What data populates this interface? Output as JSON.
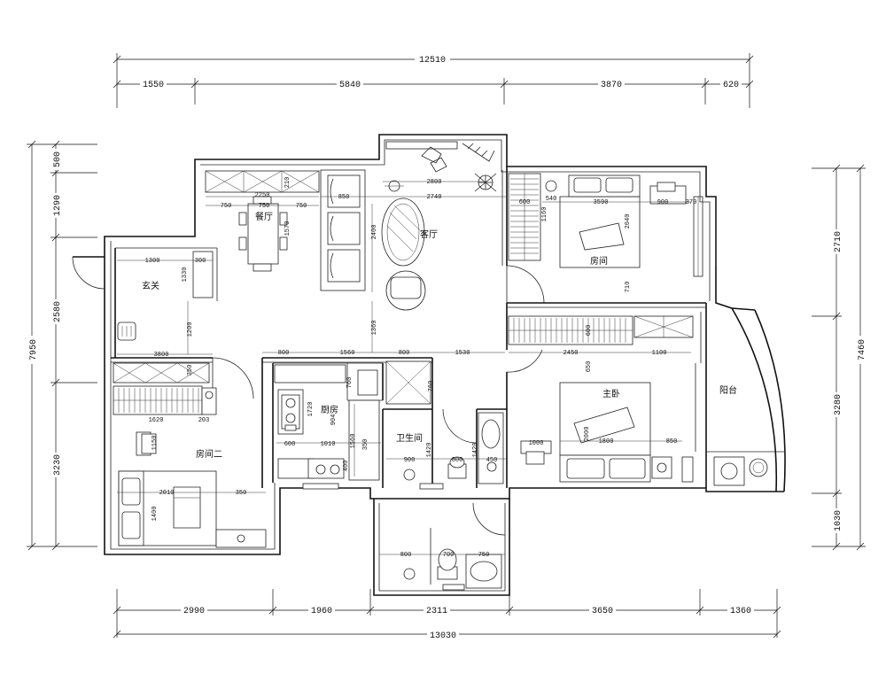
{
  "dimensions": {
    "top_total": "12510",
    "top_segments": [
      "1550",
      "5840",
      "3870",
      "620"
    ],
    "bottom_segments": [
      "2990",
      "1960",
      "2311",
      "3650",
      "1360"
    ],
    "bottom_total": "13030",
    "left_total": "7950",
    "left_segments": [
      "500",
      "1290",
      "2580",
      "3230"
    ],
    "right_total": "7460",
    "right_segments": [
      "2710",
      "3280",
      "1030"
    ]
  },
  "rooms": {
    "dining": "餐厅",
    "living": "客厅",
    "bedroom": "房间",
    "entry": "玄关",
    "kitchen": "厨房",
    "bathroom": "卫生间",
    "master": "主卧",
    "balcony": "阳台",
    "bedroom2": "房间二"
  },
  "inner_dims": {
    "d2250": "2250",
    "d750a": "750",
    "d750b": "750",
    "d750c": "750",
    "d1570": "1570",
    "d210": "210",
    "d850": "850",
    "d2800": "2800",
    "d2740": "2740",
    "d2400": "2400",
    "d1300": "1300",
    "d300": "300",
    "d1330": "1330",
    "d1200": "1200",
    "d3800": "3800",
    "d350": "350",
    "d1360": "1360",
    "d800a": "800",
    "d1560": "1560",
    "d800b": "800",
    "d1530": "1530",
    "d2450": "2450",
    "d1100": "1100",
    "d600a": "600",
    "d540": "540",
    "d3590": "3590",
    "d900a": "900",
    "d370": "370",
    "d1160": "1160",
    "d2040": "2040",
    "d710": "710",
    "d600b": "600",
    "d650": "650",
    "d760a": "760",
    "d760b": "760",
    "d1720": "1720",
    "d904": "904",
    "d600c": "600",
    "d1010": "1010",
    "d1560b": "1560",
    "d400": "400",
    "d350b": "350",
    "d1420a": "1420",
    "d1420b": "1420",
    "d900b": "900",
    "d800c": "800",
    "d450": "450",
    "d1620": "1620",
    "d203": "203",
    "d1150": "1150",
    "d2010": "2010",
    "d1400": "1400",
    "d350c": "350",
    "d2000": "2000",
    "d1800": "1800",
    "d850b": "850",
    "d1000": "1000",
    "d800d": "800",
    "d700": "700",
    "d750d": "750"
  }
}
